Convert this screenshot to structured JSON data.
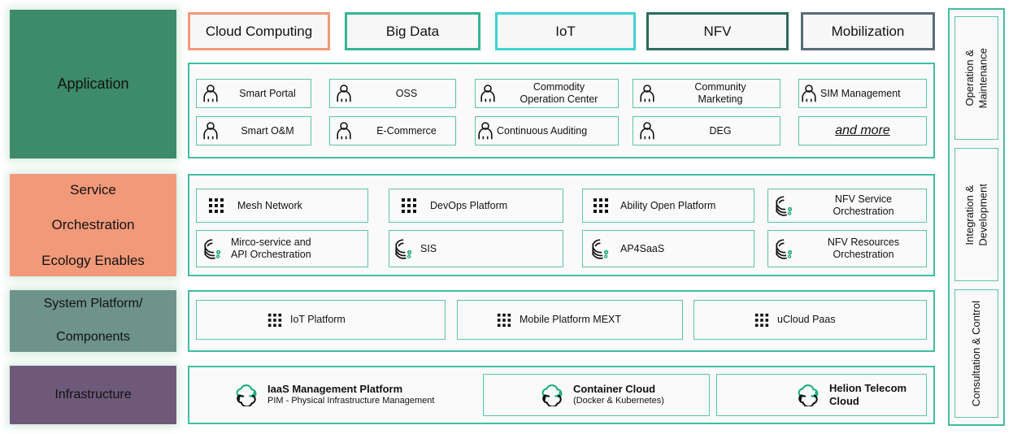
{
  "colors": {
    "application": "#3d8b68",
    "service": "#f2997a",
    "system": "#6e938b",
    "infrastructure": "#6f597a",
    "teal_border": "#3fbfa0",
    "tile_border": "#5cc3ab",
    "tag_cloud": "#f2997a",
    "tag_bigdata": "#35b597",
    "tag_iot": "#3ed3d3",
    "tag_nfv": "#2c6b5c",
    "tag_mobilization": "#5b6b78",
    "icon_accent": "#1fae7e"
  },
  "layers": [
    {
      "id": "application",
      "label": "Application"
    },
    {
      "id": "service",
      "label": "Service\nOrchestration\nEcology Enables",
      "lines": [
        "Service",
        "Orchestration",
        "Ecology Enables"
      ]
    },
    {
      "id": "system",
      "label": "System Platform/\nComponents",
      "lines": [
        "System Platform/",
        "Components"
      ]
    },
    {
      "id": "infrastructure",
      "label": "Infrastructure"
    }
  ],
  "tags": [
    {
      "label": "Cloud Computing",
      "color": "#f2997a"
    },
    {
      "label": "Big Data",
      "color": "#35b597"
    },
    {
      "label": "IoT",
      "color": "#3ed3d3"
    },
    {
      "label": "NFV",
      "color": "#2c6b5c"
    },
    {
      "label": "Mobilization",
      "color": "#5b6b78"
    }
  ],
  "application_tiles": [
    {
      "label": "Smart Portal",
      "icon": "person-icon",
      "align": "center"
    },
    {
      "label": "OSS",
      "icon": "person-icon",
      "align": "center"
    },
    {
      "label": "Commodity\nOperation Center",
      "lines": [
        "Commodity",
        "Operation Center"
      ],
      "icon": "person-icon",
      "align": "center"
    },
    {
      "label": "Community\nMarketing",
      "lines": [
        "Community",
        "Marketing"
      ],
      "icon": "person-icon",
      "align": "center"
    },
    {
      "label": "SIM Management",
      "icon": "person-icon",
      "align": "lead"
    },
    {
      "label": "Smart O&M",
      "icon": "person-icon",
      "align": "center"
    },
    {
      "label": "E-Commerce",
      "icon": "person-icon",
      "align": "center"
    },
    {
      "label": "Continuous Auditing",
      "icon": "person-icon",
      "align": "lead"
    },
    {
      "label": "DEG",
      "icon": "person-icon",
      "align": "center"
    },
    {
      "label": "and more",
      "icon": "none",
      "align": "center",
      "style": "italic-underline"
    }
  ],
  "service_tiles": [
    {
      "label": "Mesh Network",
      "icon": "dot-grid-icon"
    },
    {
      "label": "DevOps Platform",
      "icon": "dot-grid-icon"
    },
    {
      "label": "Ability Open Platform",
      "icon": "dot-grid-icon"
    },
    {
      "label": "NFV Service\nOrchestration",
      "lines": [
        "NFV Service",
        "Orchestration"
      ],
      "icon": "orchestration-icon"
    },
    {
      "label": "Mirco-service and\nAPI Orchestration",
      "lines": [
        "Mirco-service and",
        "API Orchestration"
      ],
      "icon": "orchestration-icon",
      "align": "lead"
    },
    {
      "label": "SIS",
      "icon": "orchestration-icon",
      "align": "lead"
    },
    {
      "label": "AP4SaaS",
      "icon": "orchestration-icon"
    },
    {
      "label": "NFV Resources\nOrchestration",
      "lines": [
        "NFV Resources",
        "Orchestration"
      ],
      "icon": "orchestration-icon"
    }
  ],
  "system_tiles": [
    {
      "label": "IoT Platform",
      "icon": "dot-grid-icon"
    },
    {
      "label": "Mobile Platform MEXT",
      "icon": "dot-grid-icon"
    },
    {
      "label": "uCloud Paas",
      "icon": "dot-grid-icon"
    }
  ],
  "infrastructure_tiles": [
    {
      "title": "IaaS Management Platform",
      "subtitle": "PIM - Physical Infrastructure Management",
      "icon": "cloud-refresh-icon"
    },
    {
      "title": "Container Cloud",
      "subtitle": "(Docker & Kubernetes)",
      "icon": "cloud-refresh-icon"
    },
    {
      "title": "Helion Telecom Cloud",
      "subtitle": "",
      "icon": "cloud-refresh-icon"
    }
  ],
  "rail": [
    {
      "label": "Operation &\nMaintenance",
      "lines": [
        "Operation &",
        "Maintenance"
      ]
    },
    {
      "label": "Integration &\nDevelopment",
      "lines": [
        "Integration &",
        "Development"
      ]
    },
    {
      "label": "Consultation & Control",
      "lines": [
        "Consultation & Control"
      ]
    }
  ]
}
